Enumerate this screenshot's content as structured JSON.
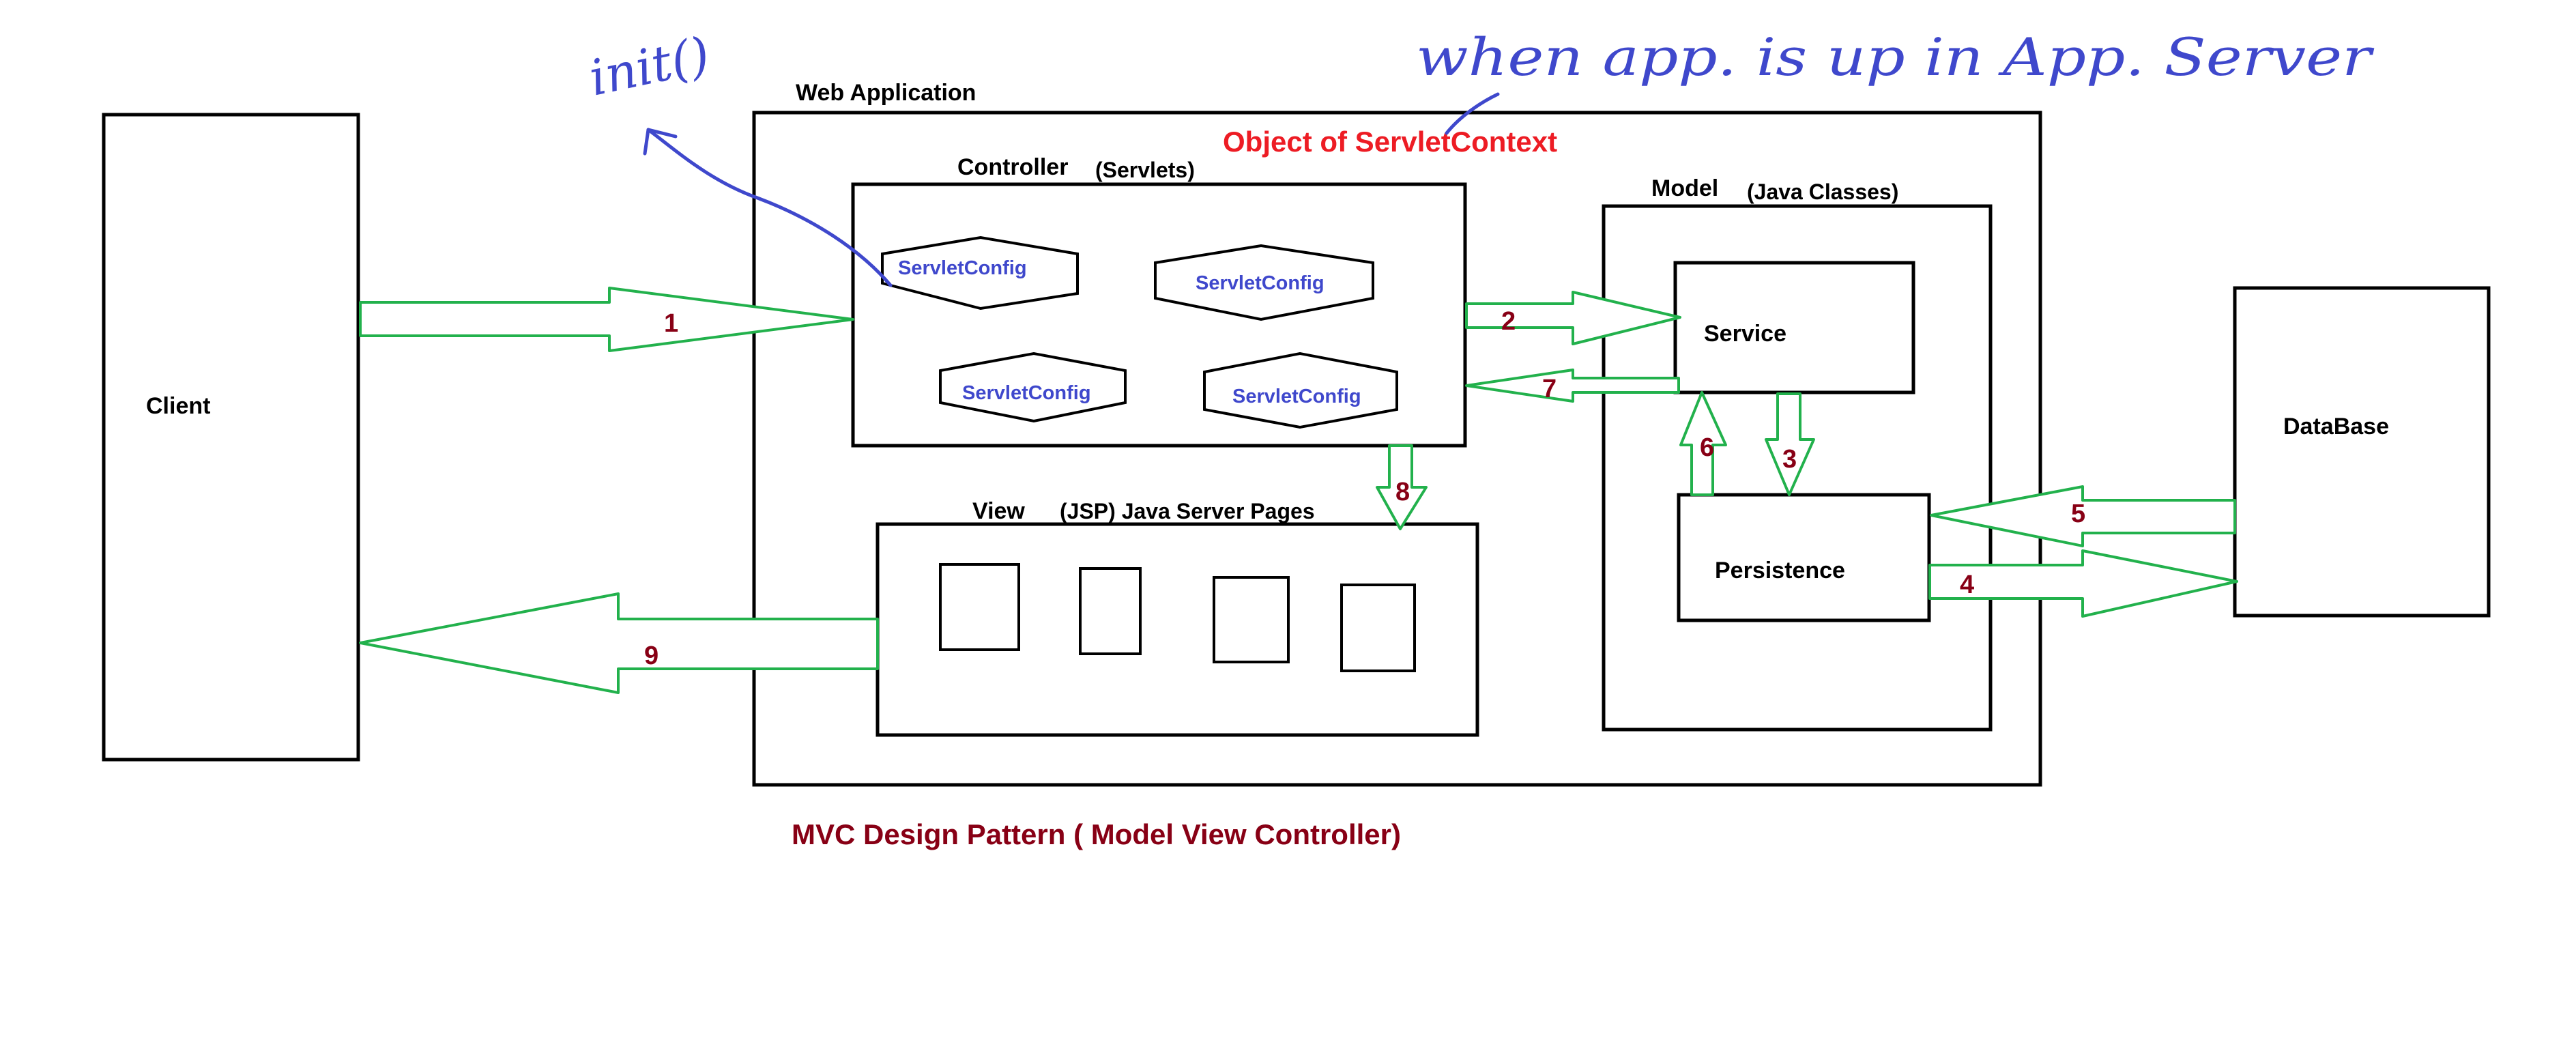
{
  "labels": {
    "client": "Client",
    "database": "DataBase",
    "web_application": "Web Application",
    "servlet_context": "Object of ServletContext",
    "controller": "Controller",
    "servlets": "(Servlets)",
    "model": "Model",
    "java_classes": "(Java Classes)",
    "view": "View",
    "jsp": "(JSP) Java Server Pages",
    "service": "Service",
    "persistence": "Persistence",
    "caption": "MVC Design Pattern ( Model View Controller)"
  },
  "servlet_configs": [
    "ServletConfig",
    "ServletConfig",
    "ServletConfig",
    "ServletConfig"
  ],
  "flows": [
    "1",
    "2",
    "3",
    "4",
    "5",
    "6",
    "7",
    "8",
    "9"
  ],
  "annotations": {
    "init": "init()",
    "when_app_up": "when app. is up in App. Server"
  },
  "colors": {
    "box": "#000000",
    "arrow": "#22b14c",
    "flow_number": "#880015",
    "servlet_context": "#ed1c24",
    "servlet_config": "#3f48cc",
    "handwriting": "#3f48cc",
    "caption": "#880015"
  }
}
